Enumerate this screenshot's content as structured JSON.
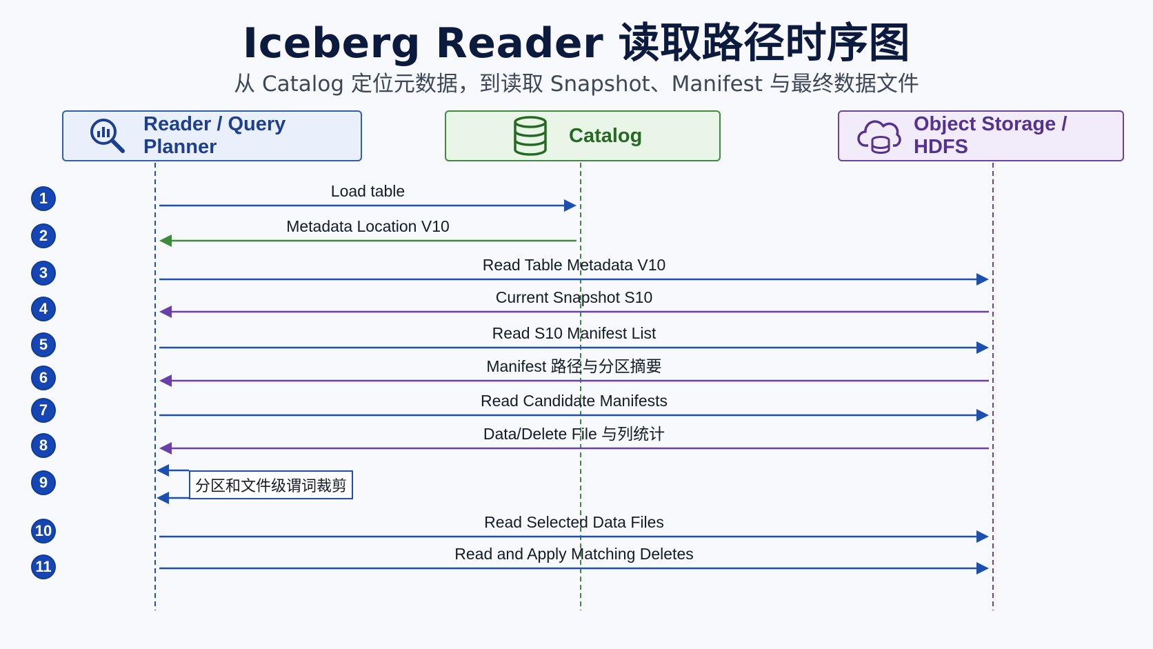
{
  "title": "Iceberg Reader 读取路径时序图",
  "subtitle": "从 Catalog 定位元数据，到读取 Snapshot、Manifest 与最终数据文件",
  "colors": {
    "reader": "#1c4fb0",
    "catalog": "#3f8a3c",
    "storage": "#6a3fa6"
  },
  "actors": {
    "reader": {
      "label": "Reader / Query Planner",
      "icon": "analytics-search-icon"
    },
    "catalog": {
      "label": "Catalog",
      "icon": "database-icon"
    },
    "storage": {
      "label": "Object Storage / HDFS",
      "icon": "cloud-storage-icon"
    }
  },
  "steps": [
    {
      "num": "1",
      "label": "Load table",
      "from": "reader",
      "to": "catalog"
    },
    {
      "num": "2",
      "label": "Metadata Location V10",
      "from": "catalog",
      "to": "reader"
    },
    {
      "num": "3",
      "label": "Read Table Metadata V10",
      "from": "reader",
      "to": "storage"
    },
    {
      "num": "4",
      "label": "Current Snapshot S10",
      "from": "storage",
      "to": "reader"
    },
    {
      "num": "5",
      "label": "Read S10 Manifest List",
      "from": "reader",
      "to": "storage"
    },
    {
      "num": "6",
      "label": "Manifest 路径与分区摘要",
      "from": "storage",
      "to": "reader"
    },
    {
      "num": "7",
      "label": "Read Candidate Manifests",
      "from": "reader",
      "to": "storage"
    },
    {
      "num": "8",
      "label": "Data/Delete File 与列统计",
      "from": "storage",
      "to": "reader"
    },
    {
      "num": "9",
      "label": "分区和文件级谓词裁剪",
      "from": "reader",
      "to": "reader"
    },
    {
      "num": "10",
      "label": "Read Selected Data Files",
      "from": "reader",
      "to": "storage"
    },
    {
      "num": "11",
      "label": "Read and Apply Matching Deletes",
      "from": "reader",
      "to": "storage"
    }
  ]
}
